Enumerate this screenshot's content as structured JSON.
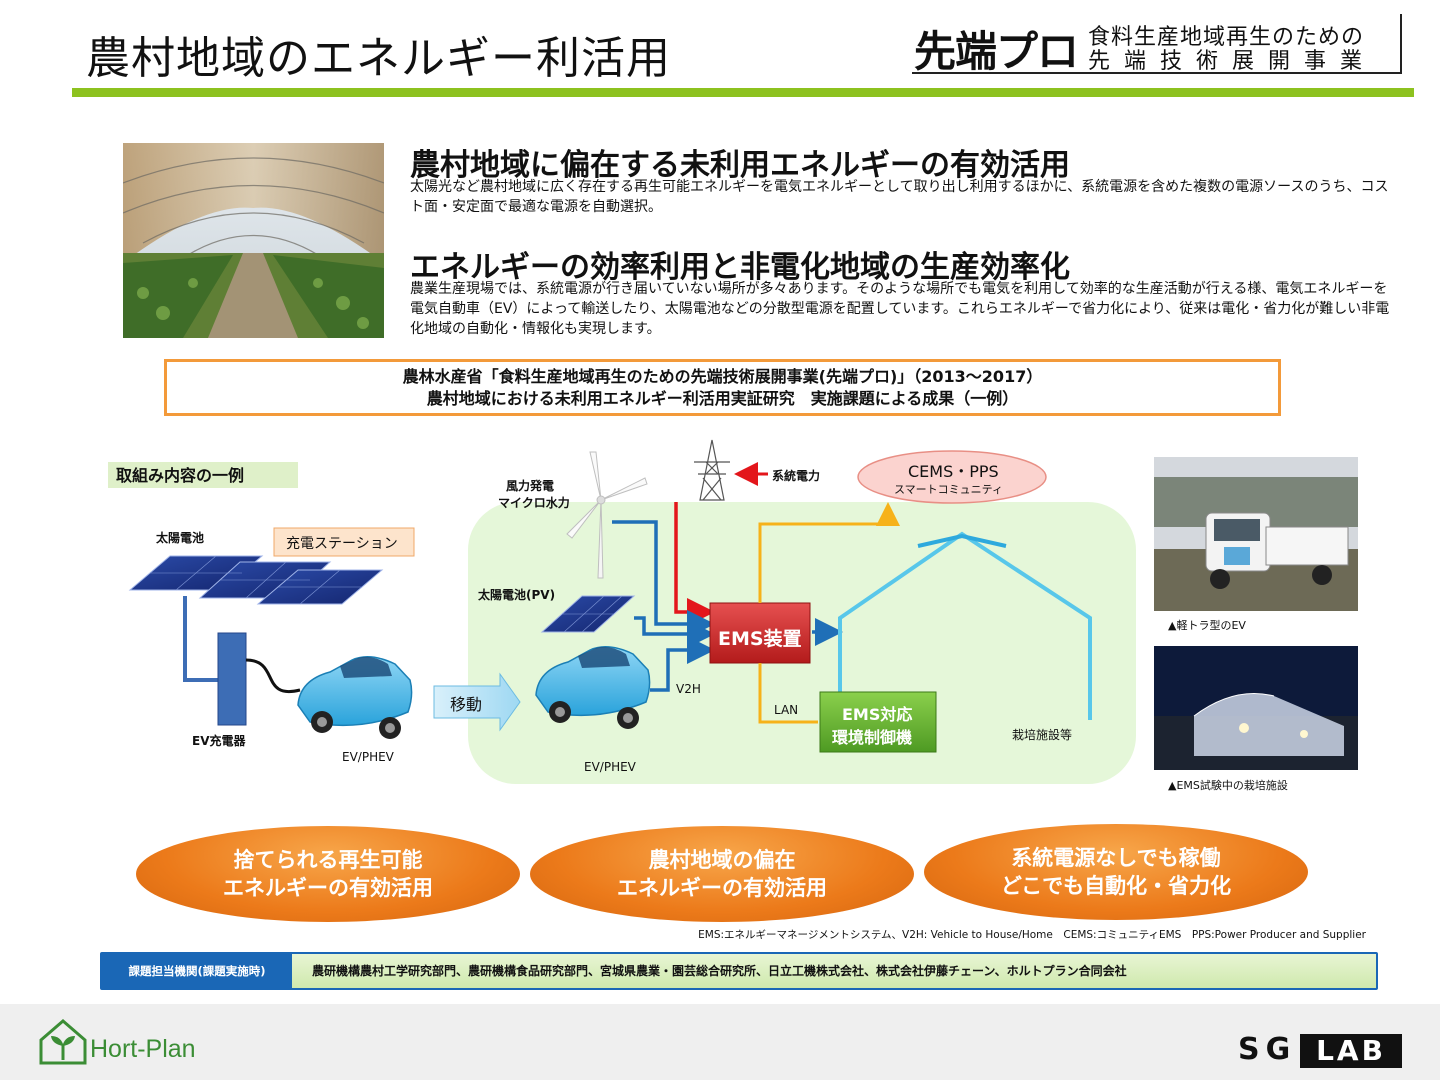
{
  "header": {
    "title": "農村地域のエネルギー利活用",
    "brand_main": "先端プロ",
    "brand_sub1": "食料生産地域再生のための",
    "brand_sub2": "先端技術展開事業"
  },
  "intro": {
    "section1": {
      "heading": "農村地域に偏在する未利用エネルギーの有効活用",
      "body": "太陽光など農村地域に広く存在する再生可能エネルギーを電気エネルギーとして取り出し利用するほかに、系統電源を含めた複数の電源ソースのうち、コスト面・安定面で最適な電源を自動選択。"
    },
    "section2": {
      "heading": "エネルギーの効率利用と非電化地域の生産効率化",
      "body": "農業生産現場では、系統電源が行き届いていない場所が多々あります。そのような場所でも電気を利用して効率的な生産活動が行える様、電気エネルギーを電気自動車（EV）によって輸送したり、太陽電池などの分散型電源を配置しています。これらエネルギーで省力化により、従来は電化・省力化が難しい非電化地域の自動化・情報化も実現します。"
    }
  },
  "banner": {
    "line1": "農林水産省「食料生産地域再生のための先端技術展開事業(先端プロ)」（2013～2017）",
    "line2": "農村地域における未利用エネルギー利活用実証研究　実施課題による成果（一例）"
  },
  "diagram": {
    "example_label": "取組み内容の一例",
    "solar_left": "太陽電池",
    "charging_station": "充電ステーション",
    "ev_charger": "EV充電器",
    "ev_left": "EV/PHEV",
    "move": "移動",
    "wind_line1": "風力発電",
    "wind_line2": "マイクロ水力",
    "solar_pv": "太陽電池(PV)",
    "grid_power": "系統電力",
    "cems_line1": "CEMS・PPS",
    "cems_line2": "スマートコミュニティ",
    "ems_device": "EMS装置",
    "v2h": "V2H",
    "lan": "LAN",
    "ems_ctrl_line1": "EMS対応",
    "ems_ctrl_line2": "環境制御機",
    "facility": "栽培施設等",
    "ev_center": "EV/PHEV"
  },
  "photos": {
    "truck_caption": "▲軽トラ型のEV",
    "greenhouse_caption": "▲EMS試験中の栽培施設"
  },
  "ovals": [
    {
      "line1": "捨てられる再生可能",
      "line2": "エネルギーの有効活用"
    },
    {
      "line1": "農村地域の偏在",
      "line2": "エネルギーの有効活用"
    },
    {
      "line1": "系統電源なしでも稼働",
      "line2": "どこでも自動化・省力化"
    }
  ],
  "footnote": "EMS:エネルギーマネージメントシステム、V2H: Vehicle to House/Home　CEMS:コミュニティEMS　PPS:Power Producer and Supplier",
  "organizations": {
    "label": "課題担当機関(課題実施時)",
    "text": "農研機構農村工学研究部門、農研機構食品研究部門、宮城県農業・園芸総合研究所、日立工機株式会社、株式会社伊藤チェーン、ホルトプラン合同会社"
  },
  "footer": {
    "hort_plan": "Hort-Plan",
    "sg": "SG",
    "lab": "LAB"
  }
}
